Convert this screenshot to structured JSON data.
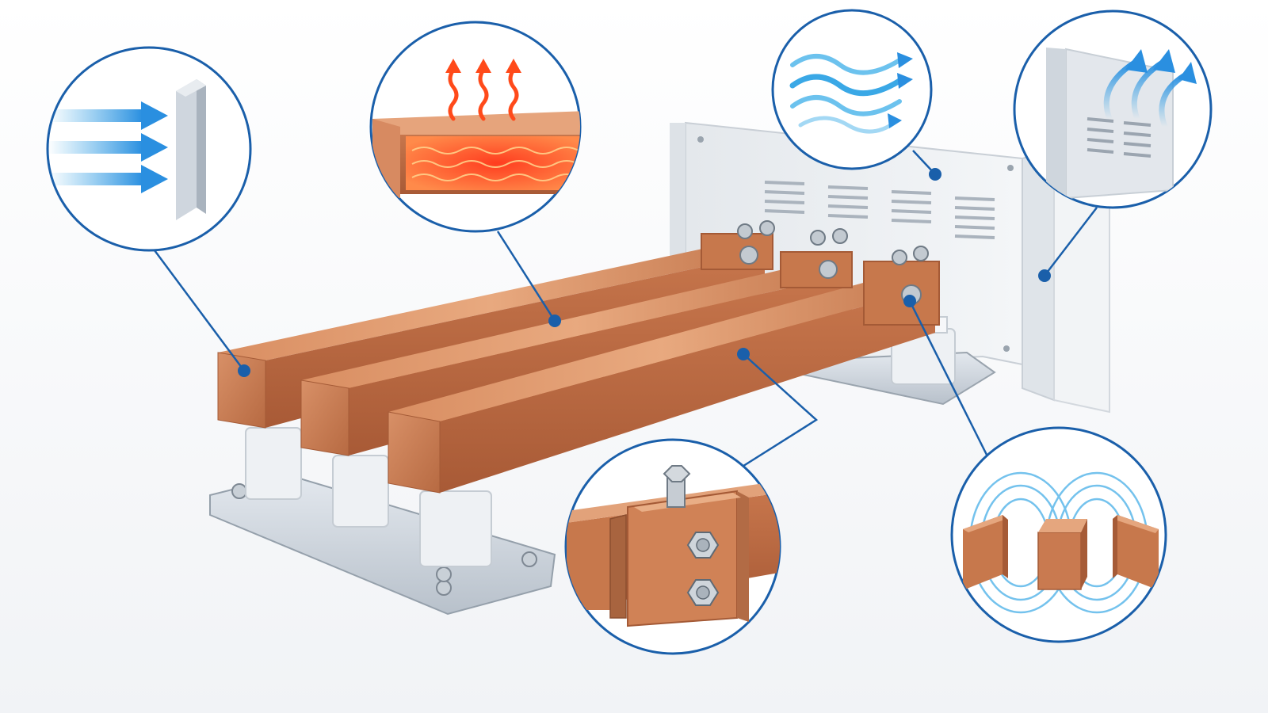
{
  "figure": {
    "subject": "copper-busbar-assembly",
    "accent_color": "#1a5faa",
    "copper_color": "#c97a50",
    "steel_color": "#d5dbe2",
    "insulator_color": "#eef1f4",
    "heat_color": "#ff5a1f",
    "air_color": "#3aa8e6"
  },
  "callouts": [
    {
      "id": "callout-airflow-barrier",
      "icon": "airflow-barrier-icon",
      "target": "left-busbar-end"
    },
    {
      "id": "callout-heat-dissipation",
      "icon": "heat-rising-icon",
      "target": "rear-busbar-surface"
    },
    {
      "id": "callout-enclosure-ventilation",
      "icon": "wind-flow-icon",
      "target": "enclosure-vents"
    },
    {
      "id": "callout-convective-exhaust",
      "icon": "rising-air-icon",
      "target": "enclosure-side-panel"
    },
    {
      "id": "callout-bolted-joint",
      "icon": "bolted-joint-icon",
      "target": "front-busbar-surface"
    },
    {
      "id": "callout-magnetic-field",
      "icon": "magnetic-field-icon",
      "target": "front-joint-bolt"
    }
  ]
}
